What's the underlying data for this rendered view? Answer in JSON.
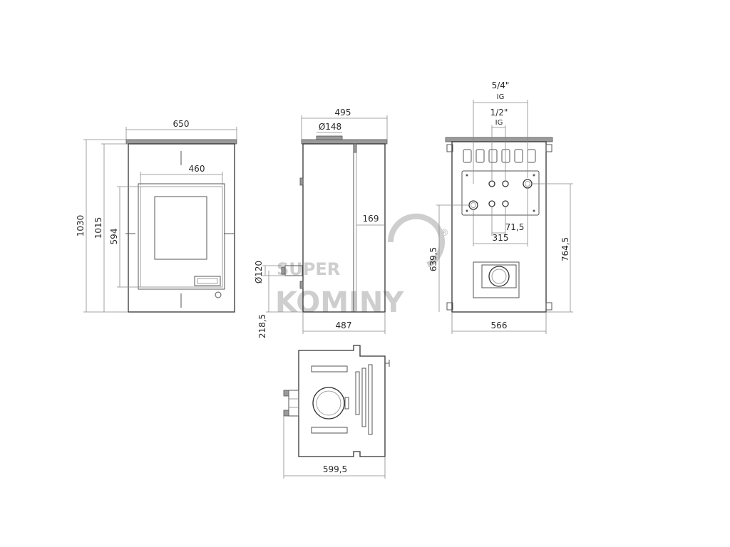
{
  "watermark": {
    "line1": "SUPER",
    "line2": "KOMINY",
    "registered": "®"
  },
  "front_view": {
    "width": "650",
    "height_total": "1030",
    "height_body": "1015",
    "door_width": "460",
    "door_height": "594"
  },
  "side_view": {
    "depth_top": "495",
    "depth_bottom": "487",
    "flue_diameter_top": "Ø148",
    "flue_diameter_back": "Ø120",
    "flue_height": "218,5",
    "offset": "169"
  },
  "rear_view": {
    "conn_large": "5/4\"",
    "conn_large_type": "IG",
    "conn_small": "1/2\"",
    "conn_small_type": "IG",
    "spacing_small": "71,5",
    "spacing_large": "315",
    "height_low": "639,5",
    "height_high": "764,5",
    "width": "566"
  },
  "top_view": {
    "depth": "599,5"
  }
}
